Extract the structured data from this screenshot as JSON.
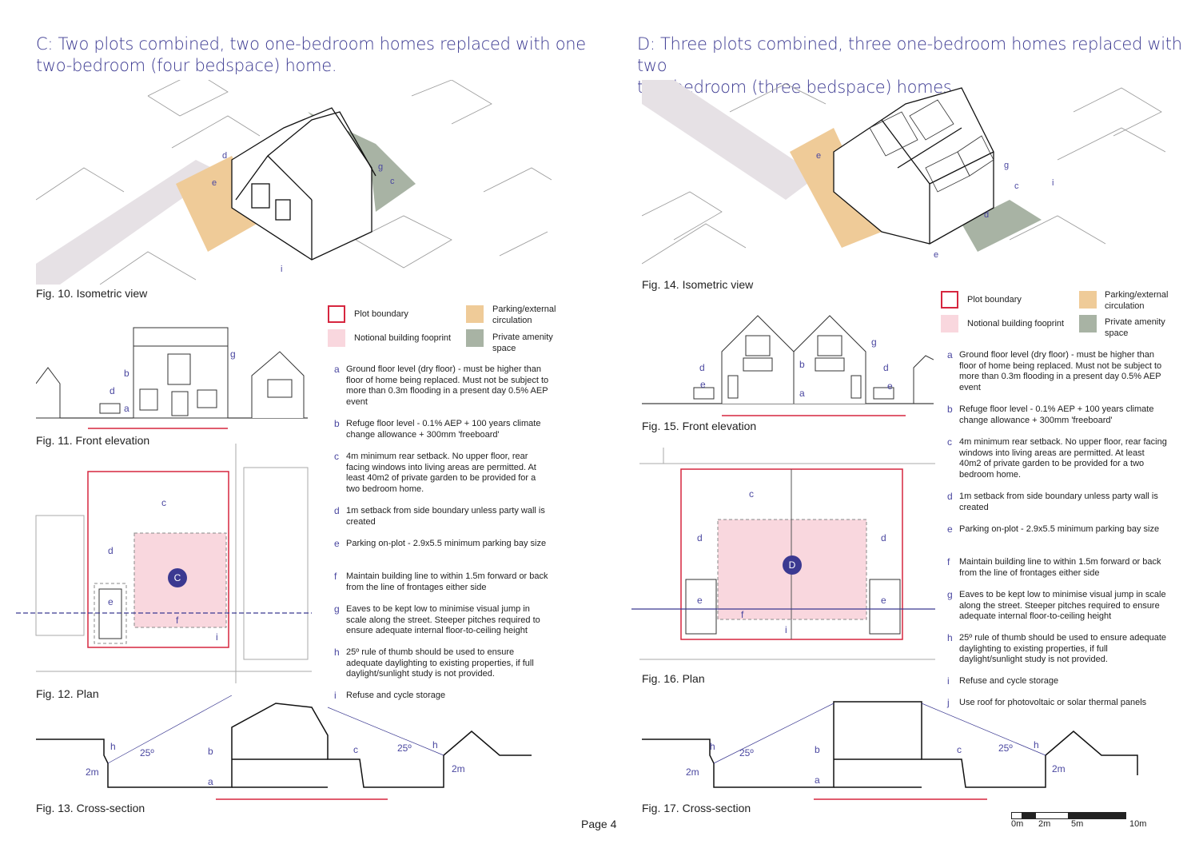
{
  "left": {
    "title_line1": "C: Two plots combined, two one-bedroom homes replaced with one",
    "title_line2": "two-bedroom (four bedspace) home.",
    "captions": {
      "iso": "Fig. 10. Isometric view",
      "elev": "Fig. 11. Front elevation",
      "plan": "Fig. 12. Plan",
      "section": "Fig. 13. Cross-section"
    },
    "plan_label": "C"
  },
  "right": {
    "title_line1": "D: Three plots combined, three one-bedroom homes replaced with two",
    "title_line2": "two-bedroom (three bedspace) homes",
    "captions": {
      "iso": "Fig. 14. Isometric view",
      "elev": "Fig. 15. Front elevation",
      "plan": "Fig. 16. Plan",
      "section": "Fig. 17. Cross-section"
    },
    "plan_label": "D"
  },
  "legend": {
    "plot_boundary": "Plot boundary",
    "footprint": "Notional building fooprint",
    "parking": "Parking/external circulation",
    "amenity": "Private amenity space",
    "colors": {
      "plot_boundary": "#d6263f",
      "footprint": "#f9d7de",
      "parking": "#efcb98",
      "amenity": "#a8b3a4"
    }
  },
  "notes": [
    {
      "letter": "a",
      "text": "Ground floor level (dry floor) - must be higher than floor of home being replaced. Must not be subject to more than 0.3m flooding in a present day 0.5% AEP event"
    },
    {
      "letter": "b",
      "text": "Refuge floor level - 0.1% AEP + 100 years climate change allowance + 300mm 'freeboard'"
    },
    {
      "letter": "c",
      "text": "4m minimum rear setback. No upper floor, rear facing windows into living areas are permitted. At least 40m2 of private garden to be provided for a two bedroom home."
    },
    {
      "letter": "d",
      "text": "1m setback from side boundary unless party wall is created"
    },
    {
      "letter": "e",
      "text": "Parking on-plot - 2.9x5.5 minimum parking bay size"
    },
    {
      "letter": "f",
      "text": "Maintain building line to within 1.5m forward or back from the line of frontages either side"
    },
    {
      "letter": "g",
      "text": "Eaves to be kept low to minimise visual jump in scale along the street. Steeper pitches required to ensure adequate internal floor-to-ceiling height"
    },
    {
      "letter": "h",
      "text": "25º rule of thumb should be used to ensure adequate daylighting to existing properties, if full daylight/sunlight study is not provided."
    },
    {
      "letter": "i",
      "text": "Refuse and cycle storage"
    },
    {
      "letter": "j",
      "text": "Use roof for photovoltaic or solar thermal panels"
    }
  ],
  "marks": {
    "a": "a",
    "b": "b",
    "c": "c",
    "d": "d",
    "e": "e",
    "f": "f",
    "g": "g",
    "h": "h",
    "i": "i",
    "angle": "25º",
    "height": "2m"
  },
  "scale_bar": {
    "labels": [
      "0m",
      "2m",
      "5m",
      "10m"
    ]
  },
  "page": "Page 4"
}
